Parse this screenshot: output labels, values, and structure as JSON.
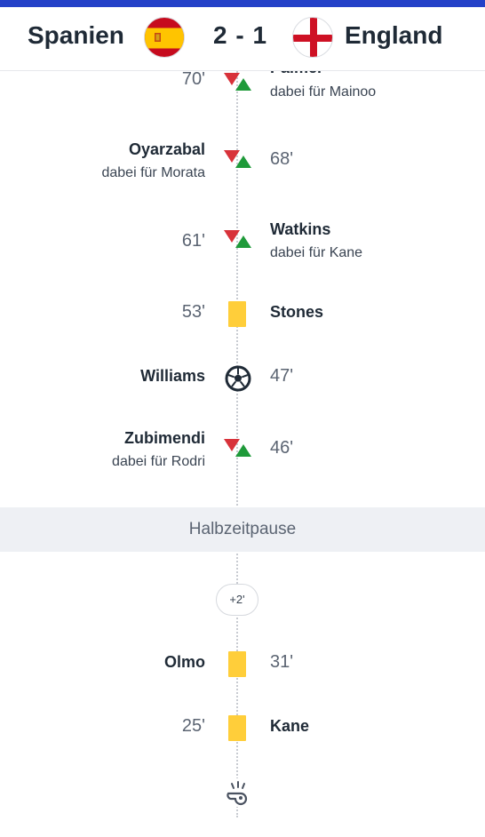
{
  "match": {
    "home_team": "Spanien",
    "away_team": "England",
    "score": "2 - 1"
  },
  "events": [
    {
      "side": "right",
      "type": "substitution",
      "minute": "70'",
      "player": "Palmer",
      "detail": "dabei für Mainoo"
    },
    {
      "side": "left",
      "type": "substitution",
      "minute": "68'",
      "player": "Oyarzabal",
      "detail": "dabei für Morata"
    },
    {
      "side": "right",
      "type": "substitution",
      "minute": "61'",
      "player": "Watkins",
      "detail": "dabei für Kane"
    },
    {
      "side": "right",
      "type": "yellow-card",
      "minute": "53'",
      "player": "Stones"
    },
    {
      "side": "left",
      "type": "goal",
      "minute": "47'",
      "player": "Williams"
    },
    {
      "side": "left",
      "type": "substitution",
      "minute": "46'",
      "player": "Zubimendi",
      "detail": "dabei für Rodri"
    },
    {
      "side": "left",
      "type": "yellow-card",
      "minute": "31'",
      "player": "Olmo"
    },
    {
      "side": "right",
      "type": "yellow-card",
      "minute": "25'",
      "player": "Kane"
    }
  ],
  "halftime_label": "Halbzeitpause",
  "stoppage_label": "+2'",
  "colors": {
    "brand_bar": "#2441c8",
    "card_yellow": "#ffce3a",
    "sub_out": "#d8323a",
    "sub_in": "#1f9a3a"
  },
  "icons": [
    "substitution-icon",
    "yellow-card-icon",
    "football-icon",
    "whistle-icon"
  ]
}
